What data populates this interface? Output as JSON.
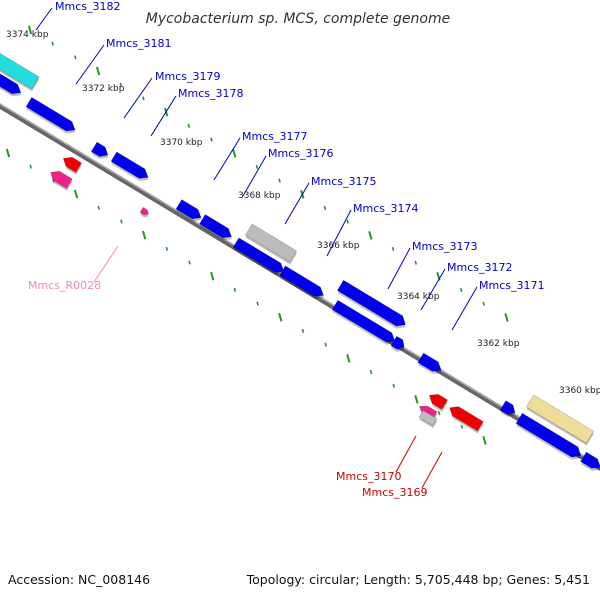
{
  "title": "Mycobacterium sp. MCS, complete genome",
  "footer": {
    "accession": "Accession: NC_008146",
    "topology": "Topology: circular; Length: 5,705,448 bp; Genes: 5,451"
  },
  "colors": {
    "cds_forward": "#0000ee",
    "cds_reverse": "#ee0000",
    "rna": "#ee2288",
    "cyan_feature": "#22dddd",
    "yellow_feature": "#eedd99",
    "grey_feature": "#bbbbbb",
    "backbone": "#888888",
    "tick": "#229922",
    "label_forward": "#0000cc",
    "label_reverse": "#cc0000",
    "label_rna": "#ee88bb"
  },
  "scale_labels": [
    "3374 kbp",
    "3372 kbp",
    "3370 kbp",
    "3368 kbp",
    "3366 kbp",
    "3364 kbp",
    "3362 kbp",
    "3360 kbp"
  ],
  "gene_labels": {
    "forward": [
      "Mmcs_3182",
      "Mmcs_3181",
      "Mmcs_3179",
      "Mmcs_3178",
      "Mmcs_3177",
      "Mmcs_3176",
      "Mmcs_3175",
      "Mmcs_3174",
      "Mmcs_3173",
      "Mmcs_3172",
      "Mmcs_3171"
    ],
    "reverse": [
      "Mmcs_3170",
      "Mmcs_3169"
    ],
    "rna": [
      "Mmcs_R0028"
    ]
  }
}
